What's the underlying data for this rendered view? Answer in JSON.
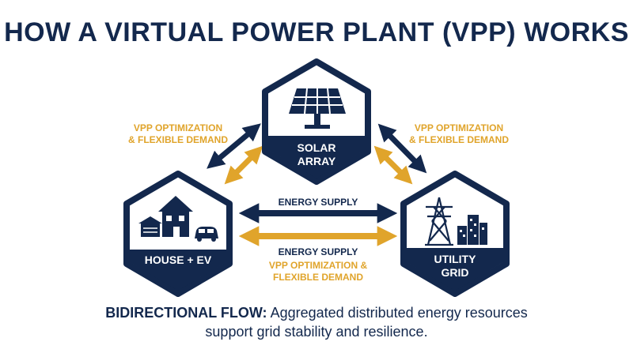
{
  "title": "HOW A VIRTUAL POWER PLANT (VPP) WORKS",
  "nodes": {
    "solar": {
      "line1": "SOLAR",
      "line2": "ARRAY",
      "icon": "solar-panel-icon"
    },
    "house": {
      "line1": "HOUSE + EV",
      "icon": "house-ev-icon"
    },
    "grid": {
      "line1": "UTILITY",
      "line2": "GRID",
      "icon": "transmission-tower-icon"
    }
  },
  "labels": {
    "left_optimization": {
      "line1": "VPP OPTIMIZATION",
      "line2": "& FLEXIBLE DEMAND"
    },
    "right_optimization": {
      "line1": "VPP OPTIMIZATION",
      "line2": "& FLEXIBLE DEMAND"
    },
    "energy_supply_top": "ENERGY SUPPLY",
    "energy_supply_bottom": "ENERGY SUPPLY",
    "bottom_optimization": {
      "line1": "VPP OPTIMIZATION &",
      "line2": "FLEXIBLE DEMAND"
    }
  },
  "caption": {
    "bold": "BIDIRECTIONAL FLOW:",
    "text1": "Aggregated distributed energy resources",
    "text2": "support grid stability and resilience."
  },
  "colors": {
    "navy": "#13284d",
    "gold": "#e0a42b",
    "white": "#ffffff"
  }
}
